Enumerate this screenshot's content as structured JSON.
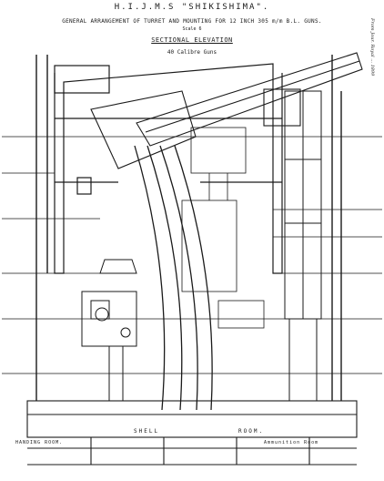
{
  "drawing": {
    "ship_title": "H.I.J.M.S \"SHIKISHIMA\".",
    "subtitle": "GENERAL ARRANGEMENT OF TURRET AND MOUNTING FOR 12 INCH 305 m/m B.L. GUNS.",
    "scale_note": "Scale 6",
    "view_title": "SECTIONAL ELEVATION",
    "gun_note": "40 Calibre Guns",
    "side_note": "From Jour. Royal ... 1899",
    "labels": {
      "shell": "SHELL",
      "room": "ROOM.",
      "handing_room": "HANDING ROOM.",
      "ammunition_room": "Ammunition Room"
    }
  }
}
